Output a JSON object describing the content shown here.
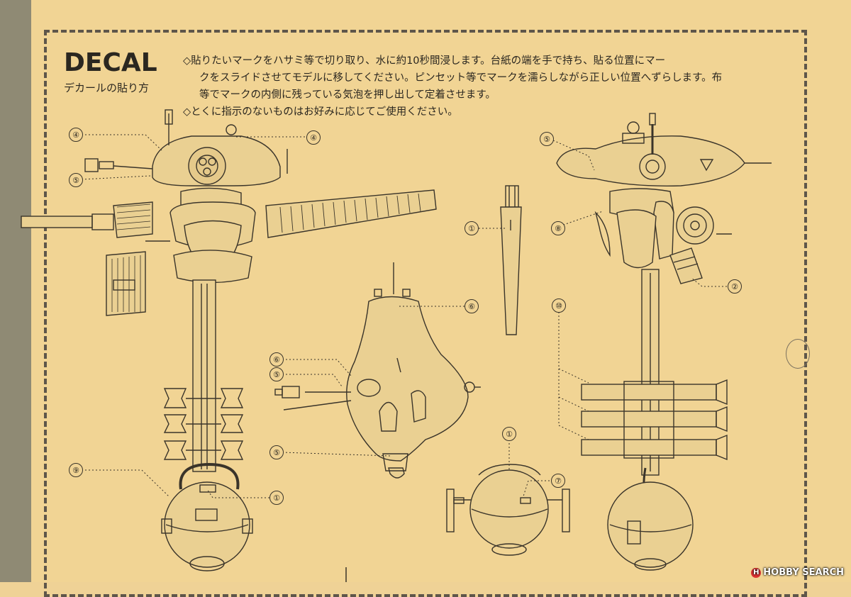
{
  "header": {
    "title": "DECAL",
    "subtitle": "デカールの貼り方"
  },
  "instructions": [
    "◇貼りたいマークをハサミ等で切り取り、水に約10秒間浸します。台紙の端を手で持ち、貼る位置にマー",
    "クをスライドさせてモデルに移してください。ピンセット等でマークを濡らしながら正しい位置へずらします。布",
    "等でマークの内側に残っている気泡を押し出して定着させます。",
    "◇とくに指示のないものはお好みに応じてご使用ください。"
  ],
  "callouts": {
    "left_4a": "④",
    "left_4b": "④",
    "left_5": "⑤",
    "left_9": "⑨",
    "left_1": "①",
    "mid_1_top": "①",
    "mid_6_top": "⑥",
    "mid_6": "⑥",
    "mid_5a": "⑤",
    "mid_5b": "⑤",
    "mid_1_bottom": "①",
    "mid_7": "⑦",
    "right_5": "⑤",
    "right_8": "⑧",
    "right_2": "②",
    "right_10": "⑩"
  },
  "watermark": {
    "icon": "H",
    "text": "HOBBY SEARCH"
  },
  "colors": {
    "paper": "#f1d494",
    "line": "#3a342a",
    "stripe": "#8f8a74"
  }
}
